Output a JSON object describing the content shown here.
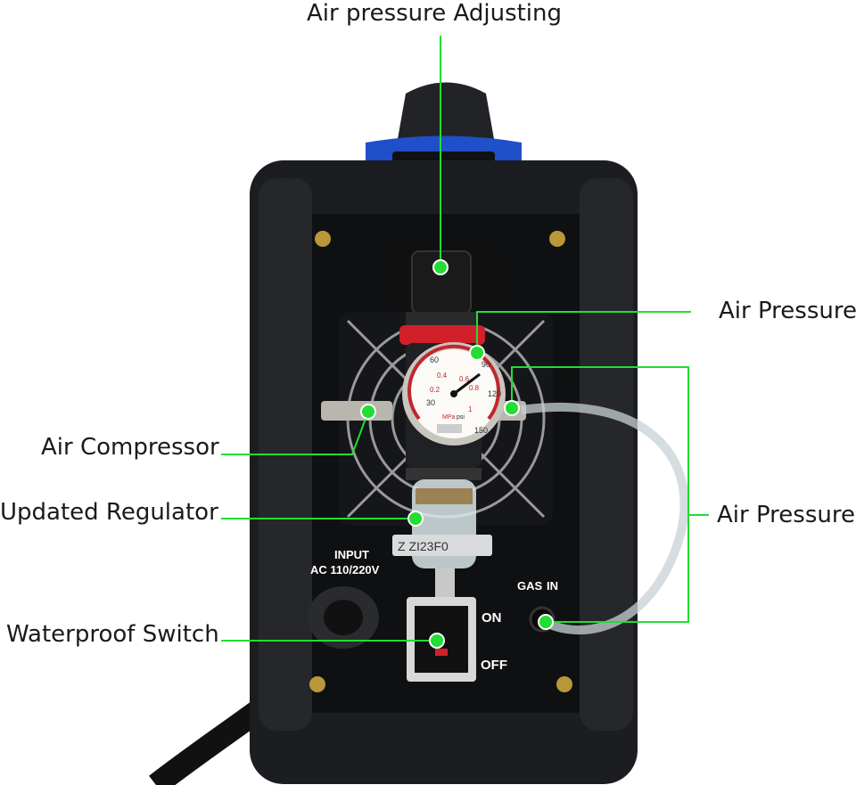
{
  "callouts": {
    "air_pressure_adjusting": "Air pressure Adjusting",
    "air_pressure_top": "Air Pressure",
    "air_pressure_right": "Air Pressure",
    "air_compressor": "Air Compressor",
    "updated_regulator": "Updated Regulator",
    "waterproof_switch": "Waterproof Switch"
  },
  "panel": {
    "input_label": "INPUT",
    "voltage_label": "AC 110/220V",
    "gas_label": "GAS",
    "in_label": "IN",
    "on_label": "ON",
    "off_label": "OFF",
    "serial_label": "Z  ZI23F0"
  },
  "gauge": {
    "mpa_unit": "MPa",
    "psi_unit": "psi",
    "scale_psi": [
      "30",
      "60",
      "90",
      "120",
      "150"
    ],
    "scale_mpa": [
      "0.2",
      "0.4",
      "0.6",
      "0.8",
      "1"
    ]
  },
  "colors": {
    "callout_line": "#22dd33",
    "body": "#1c1d20",
    "accent_blue": "#1f4fc9"
  }
}
